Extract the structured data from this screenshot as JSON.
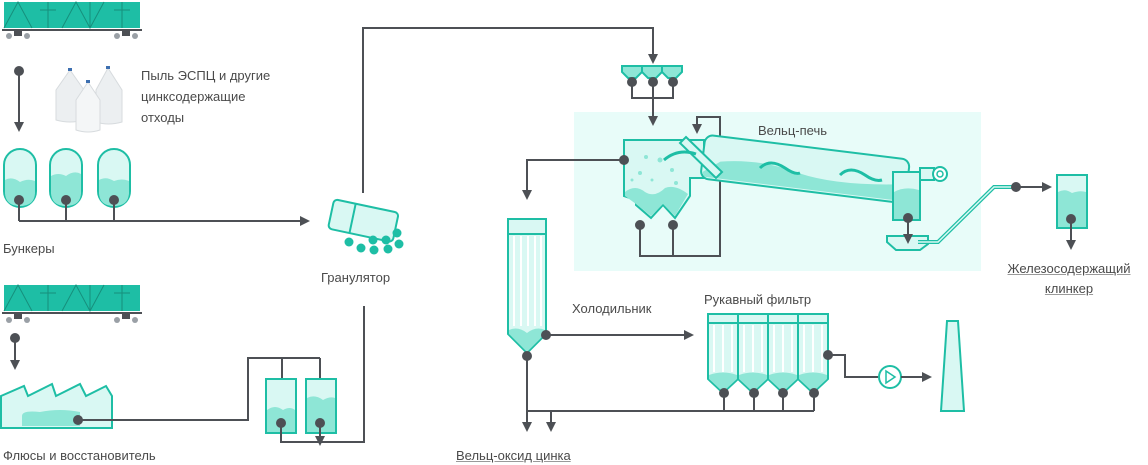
{
  "colors": {
    "accent": "#1ebea5",
    "fill_light": "#d9f8f3",
    "fill_mid": "#8ee6d6",
    "line": "#4d5055",
    "zone_bg": "#e8fcf9",
    "text": "#4a4a4a"
  },
  "labels": {
    "dust": [
      "Пыль ЭСПЦ и другие",
      "цинксодержащие",
      "отходы"
    ],
    "bunkers": "Бункеры",
    "fluxes": "Флюсы и восстановитель",
    "granulator": "Гранулятор",
    "kiln": "Вельц-печь",
    "cooler": "Холодильник",
    "bag_filter": "Рукавный фильтр",
    "zinc_oxide": "Вельц-оксид цинка",
    "clinker": [
      "Железосодержащий",
      "клинкер"
    ]
  }
}
